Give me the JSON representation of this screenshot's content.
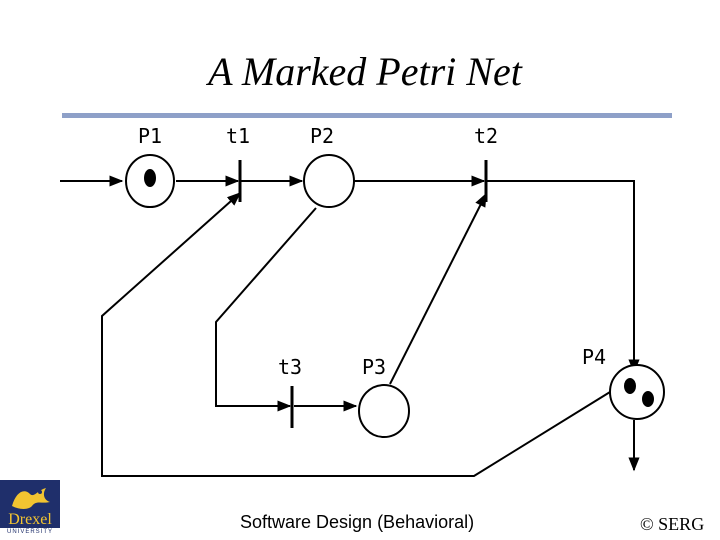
{
  "title": "A Marked Petri Net",
  "places": [
    {
      "label": "P1",
      "tokens": 1
    },
    {
      "label": "P2",
      "tokens": 0
    },
    {
      "label": "P3",
      "tokens": 0
    },
    {
      "label": "P4",
      "tokens": 2
    }
  ],
  "transitions": [
    {
      "label": "t1"
    },
    {
      "label": "t2"
    },
    {
      "label": "t3"
    }
  ],
  "footer": {
    "course": "Software Design (Behavioral)",
    "copyright": "© SERG"
  },
  "logo": {
    "name": "Drexel",
    "subtitle": "UNIVERSITY"
  },
  "colors": {
    "title_rule": "#8ea0c8",
    "logo_bg": "#1f2f6b",
    "logo_text": "#f2c431"
  }
}
